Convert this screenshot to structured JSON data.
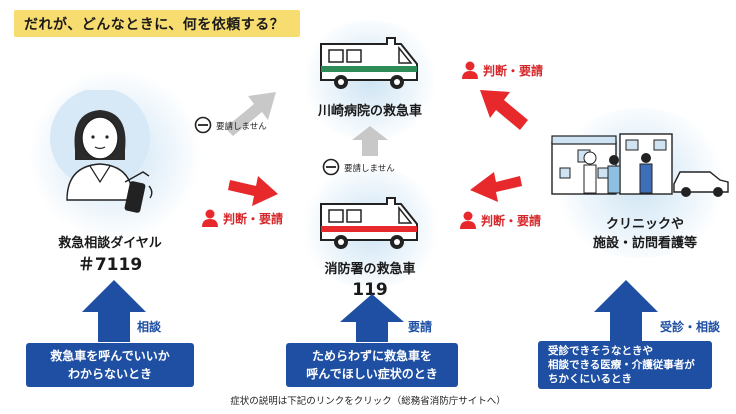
{
  "title": "だれが、どんなときに、何を依頼する？",
  "nodes": {
    "dial": {
      "label": "救急相談ダイヤル",
      "number": "＃7119"
    },
    "hospital": {
      "label": "川崎病院の救急車"
    },
    "fire": {
      "label": "消防署の救急車",
      "number": "119"
    },
    "clinic": {
      "label_line1": "クリニックや",
      "label_line2": "施設・訪問看護等"
    }
  },
  "edges": {
    "judge_request": "判断・要請",
    "not_requested": "要請しません"
  },
  "callers": {
    "left": {
      "action": "相談",
      "line1": "救急車を呼んでいいか",
      "line2": "わからないとき"
    },
    "center": {
      "action": "要請",
      "line1": "ためらわずに救急車を",
      "line2": "呼んでほしい症状のとき"
    },
    "right": {
      "action": "受診・相談",
      "line1": "受診できそうなときや",
      "line2": "相談できる医療・介護従事者が",
      "line3": "ちかくにいるとき"
    }
  },
  "footer": "症状の説明は下記のリンクをクリック（総務省消防庁サイトへ）",
  "colors": {
    "red": "#e8292c",
    "blue": "#1e4fa3",
    "gray": "#c8c8c8",
    "yellow": "#f7dc6f"
  }
}
